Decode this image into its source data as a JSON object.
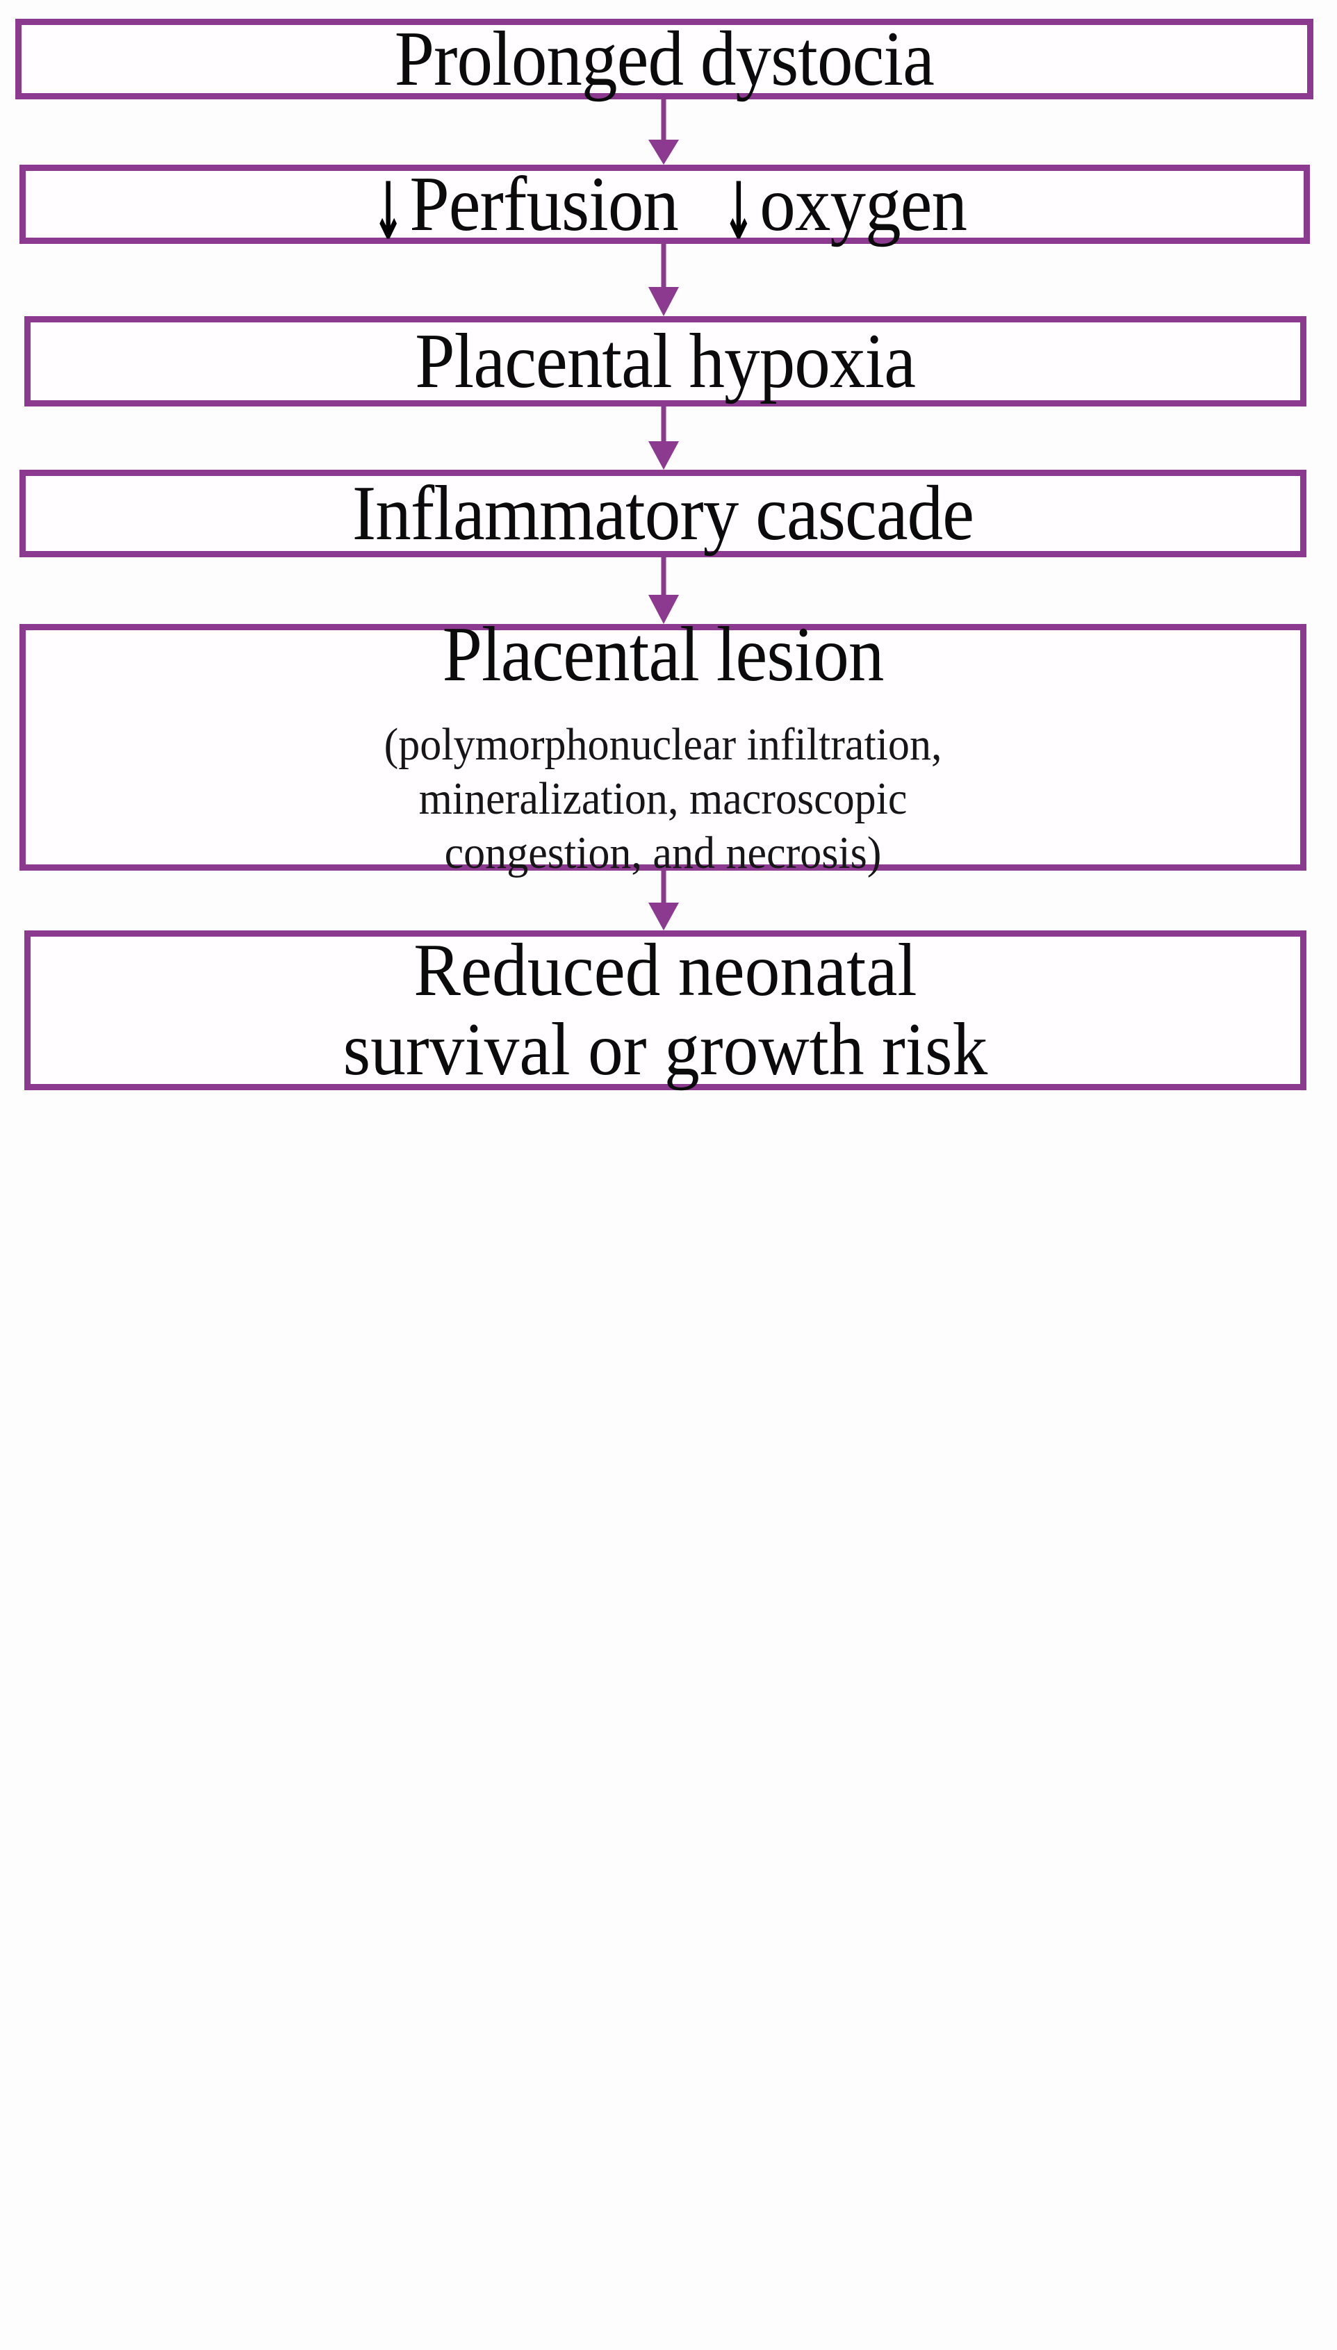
{
  "diagram": {
    "type": "flowchart",
    "orientation": "vertical",
    "accent_color": "#8B3A8F",
    "background_color": "#FFFFFF",
    "text_color": "#000000",
    "nodes": [
      {
        "id": "prolonged-dystocia",
        "title": "Prolonged dystocia",
        "subtitle": ""
      },
      {
        "id": "reduced-perfusion-oxygen",
        "title_pre_arrow": "↓",
        "title_mid": "Perfusion",
        "title_second_arrow": "↓",
        "title_end": "oxygen",
        "title": "↓ Perfusion ↓ oxygen",
        "subtitle": ""
      },
      {
        "id": "placental-hypoxia",
        "title": "Placental hypoxia",
        "subtitle": ""
      },
      {
        "id": "inflammatory-cascade",
        "title": "Inflammatory cascade",
        "subtitle": ""
      },
      {
        "id": "placental-lesion",
        "title": "Placental lesion",
        "subtitle_line_1": "(polymorphonuclear infiltration,",
        "subtitle_line_2": "mineralization, macroscopic",
        "subtitle_line_3": "congestion, and necrosis)"
      },
      {
        "id": "reduced-neonatal-outcome",
        "title_line_1": "Reduced neonatal",
        "title_line_2": "survival or growth risk",
        "subtitle": ""
      }
    ],
    "connectors": [
      {
        "id": "arrow-0",
        "from": "prolonged-dystocia",
        "to": "reduced-perfusion-oxygen",
        "icon": "down-arrow-icon"
      },
      {
        "id": "arrow-1",
        "from": "reduced-perfusion-oxygen",
        "to": "placental-hypoxia",
        "icon": "down-arrow-icon"
      },
      {
        "id": "arrow-2",
        "from": "placental-hypoxia",
        "to": "inflammatory-cascade",
        "icon": "down-arrow-icon"
      },
      {
        "id": "arrow-3",
        "from": "inflammatory-cascade",
        "to": "placental-lesion",
        "icon": "down-arrow-icon"
      },
      {
        "id": "arrow-4",
        "from": "placental-lesion",
        "to": "reduced-neonatal-outcome",
        "icon": "down-arrow-icon"
      }
    ]
  }
}
